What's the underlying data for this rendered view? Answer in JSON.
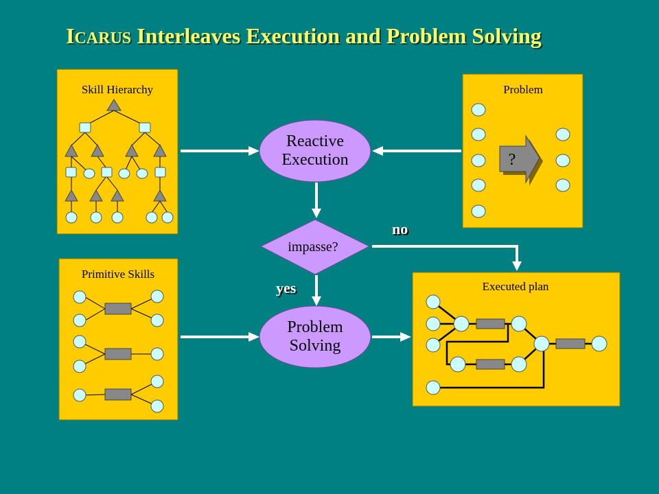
{
  "title": {
    "first_letter": "I",
    "small_caps": "CARUS",
    "rest": "Interleaves Execution and Problem Solving"
  },
  "panels": {
    "skill_hierarchy": "Skill Hierarchy",
    "primitive_skills": "Primitive Skills",
    "problem": "Problem",
    "executed_plan": "Executed plan"
  },
  "nodes": {
    "reactive_execution": [
      "Reactive",
      "Execution"
    ],
    "problem_solving": [
      "Problem",
      "Solving"
    ],
    "impasse": "impasse?",
    "unknown_operator": "?"
  },
  "branches": {
    "yes": "yes",
    "no": "no"
  },
  "colors": {
    "background": "#008080",
    "title": "#ffff66",
    "panel": "#ffcc00",
    "node_fill": "#ccffff",
    "process": "#cc99ff",
    "arrow": "#ffffff"
  }
}
